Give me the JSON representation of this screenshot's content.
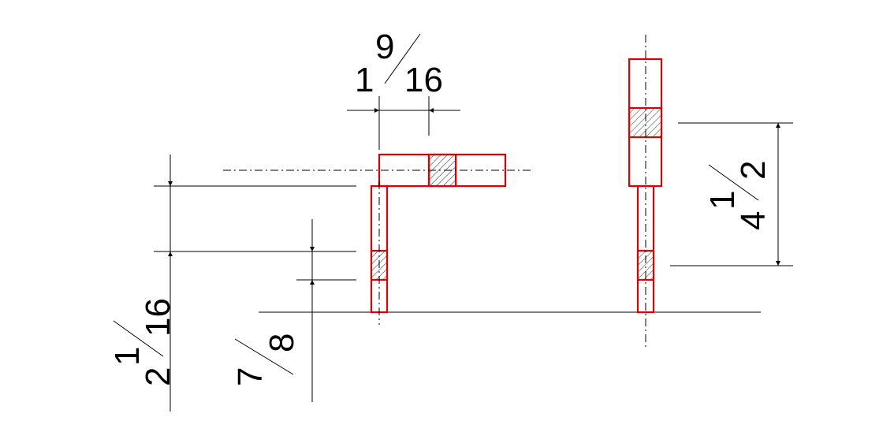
{
  "drawing": {
    "type": "technical-section-drawing",
    "outline_color": "#e00000",
    "line_color": "#000000",
    "background": "#ffffff",
    "hatch_pattern": "diagonal-hatch",
    "dimensions": {
      "width_top": {
        "whole": "1",
        "numerator": "9",
        "denominator": "16"
      },
      "height_left": {
        "whole": "2",
        "numerator": "1",
        "denominator": "16"
      },
      "offset_left": {
        "numerator": "7",
        "denominator": "8"
      },
      "height_right": {
        "whole": "4",
        "numerator": "1",
        "denominator": "2"
      }
    }
  }
}
